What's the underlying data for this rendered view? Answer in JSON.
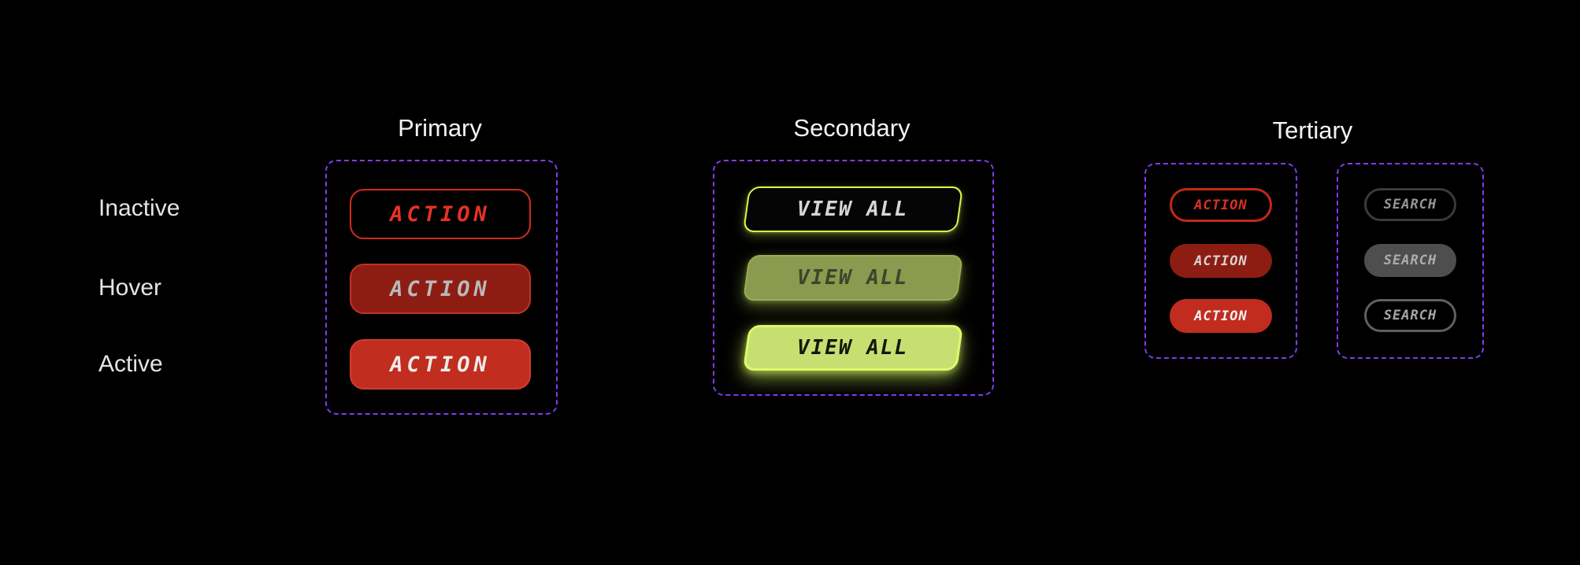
{
  "page": {
    "background": "#000000"
  },
  "row_labels": [
    "Inactive",
    "Hover",
    "Active"
  ],
  "columns": [
    {
      "title": "Primary",
      "buttons": [
        {
          "state": "inactive",
          "label": "ACTION"
        },
        {
          "state": "hover",
          "label": "ACTION"
        },
        {
          "state": "active",
          "label": "ACTION"
        }
      ]
    },
    {
      "title": "Secondary",
      "buttons": [
        {
          "state": "inactive",
          "label": "VIEW ALL"
        },
        {
          "state": "hover",
          "label": "VIEW ALL"
        },
        {
          "state": "active",
          "label": "VIEW ALL"
        }
      ]
    },
    {
      "title": "Tertiary",
      "groups": [
        {
          "buttons": [
            {
              "state": "inactive",
              "label": "ACTION"
            },
            {
              "state": "hover",
              "label": "ACTION"
            },
            {
              "state": "active",
              "label": "ACTION"
            }
          ]
        },
        {
          "buttons": [
            {
              "state": "inactive",
              "label": "SEARCH"
            },
            {
              "state": "hover",
              "label": "SEARCH"
            },
            {
              "state": "active",
              "label": "SEARCH"
            }
          ]
        }
      ]
    }
  ],
  "colors": {
    "background": "#000000",
    "annotation_purple": "#7b3df0",
    "red_outline": "#d32b1e",
    "red_hover_fill": "#8d1d13",
    "red_active_fill": "#c12d1f",
    "green_outline": "#d7f84f",
    "green_hover_fill": "#8a9a4e",
    "green_active_fill": "#c7df70",
    "gray_outline": "#3a3a3a",
    "gray_hover_fill": "#4e4e4e",
    "gray_active_outline": "#5f5f5f"
  }
}
